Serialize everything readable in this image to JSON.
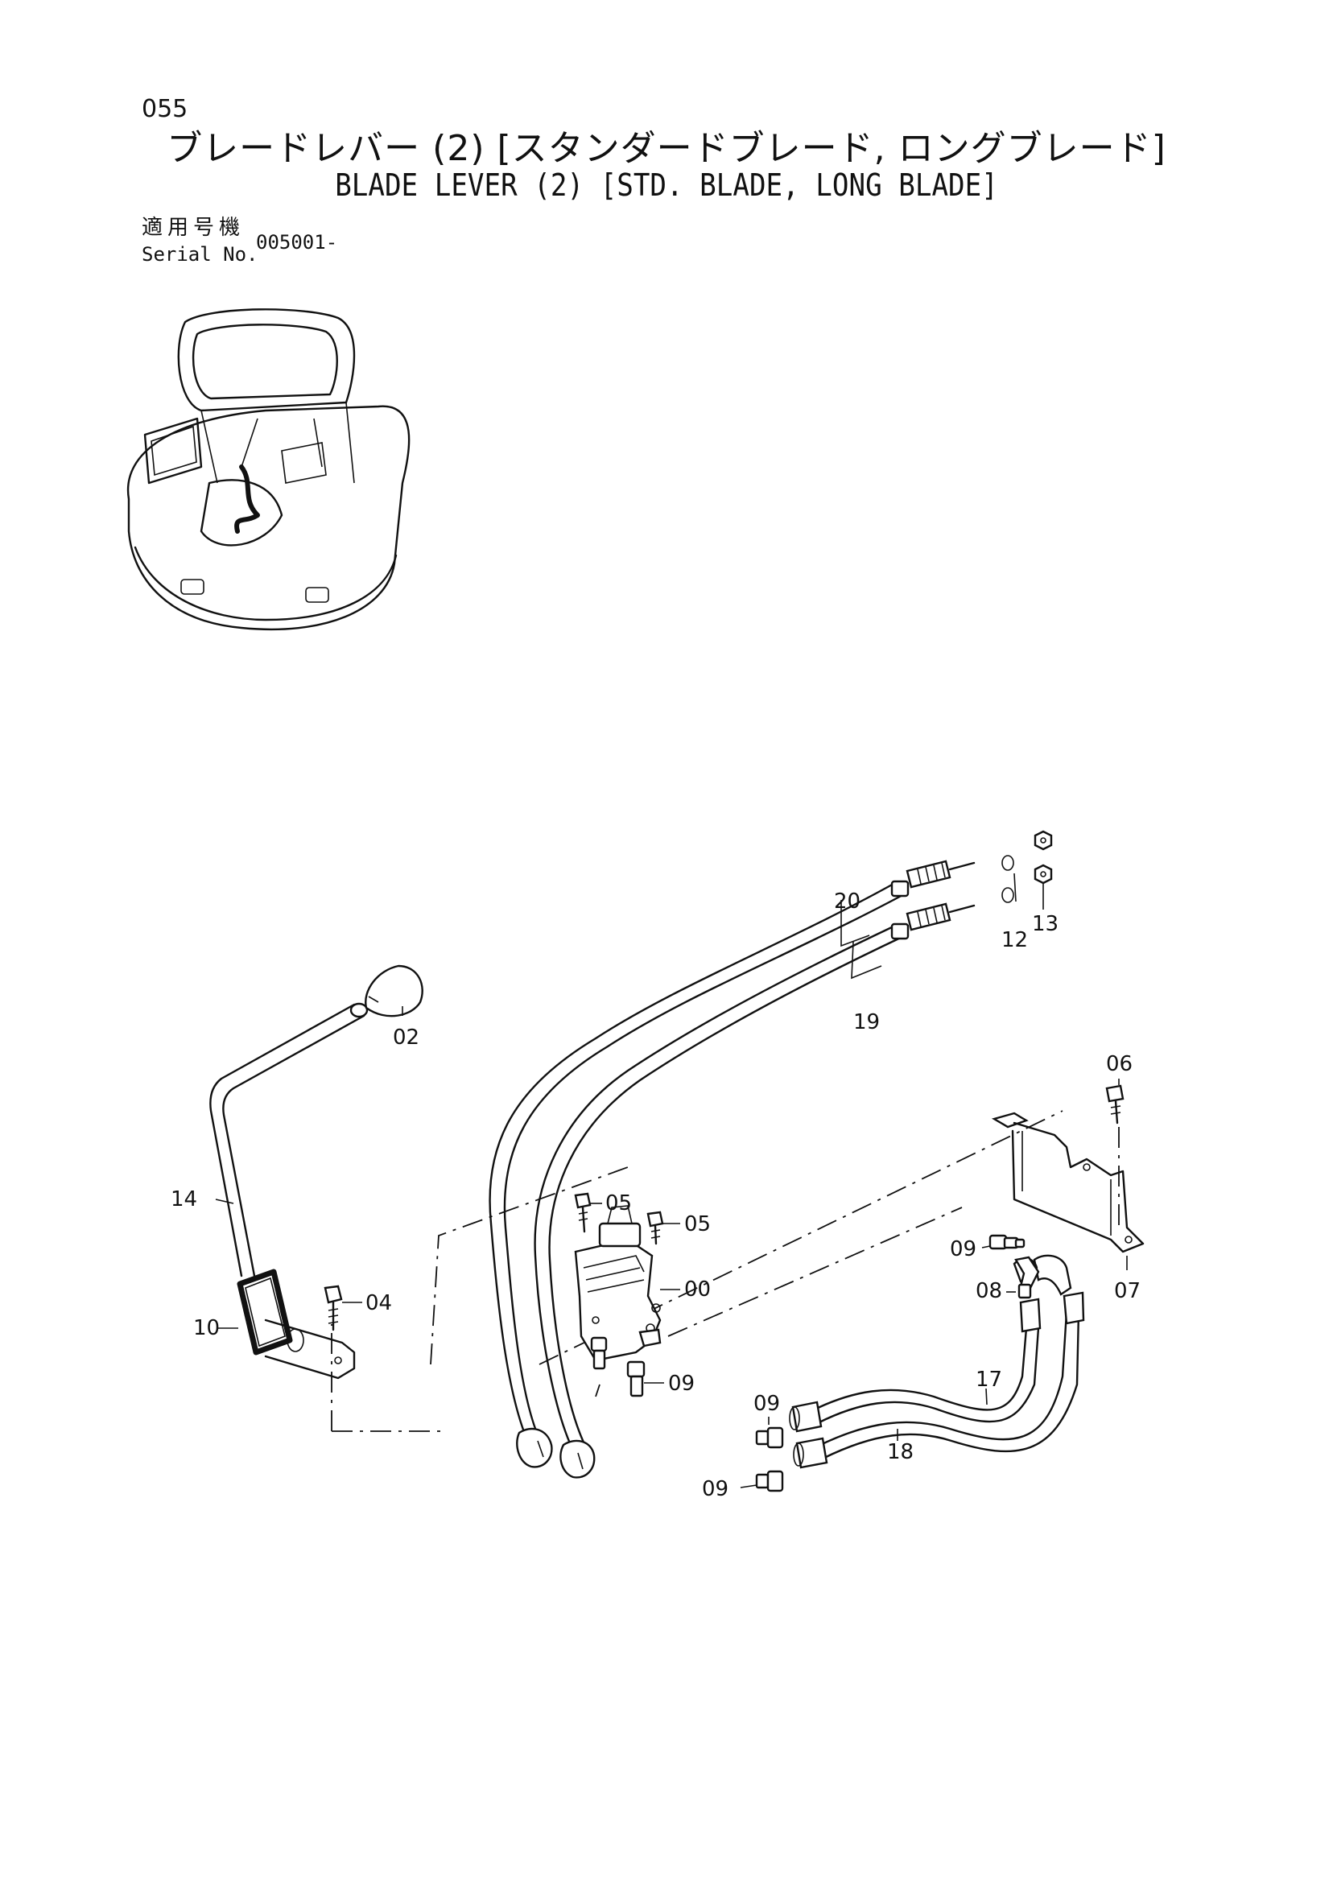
{
  "header": {
    "page_number": "055",
    "title_jp": "ブレードレバー (2) [スタンダードブレード, ロングブレード]",
    "title_en": "BLADE LEVER (2) [STD. BLADE, LONG BLADE]",
    "serial_label_jp": "適用号機",
    "serial_label_en": "Serial No.",
    "serial_value": "005001-"
  },
  "callouts": [
    {
      "id": "c00",
      "label": "00"
    },
    {
      "id": "c02",
      "label": "02"
    },
    {
      "id": "c04",
      "label": "04"
    },
    {
      "id": "c05a",
      "label": "05"
    },
    {
      "id": "c05b",
      "label": "05"
    },
    {
      "id": "c06",
      "label": "06"
    },
    {
      "id": "c07",
      "label": "07"
    },
    {
      "id": "c08",
      "label": "08"
    },
    {
      "id": "c09a",
      "label": "09"
    },
    {
      "id": "c09b",
      "label": "09"
    },
    {
      "id": "c09c",
      "label": "09"
    },
    {
      "id": "c09d",
      "label": "09"
    },
    {
      "id": "c10",
      "label": "10"
    },
    {
      "id": "c12",
      "label": "12"
    },
    {
      "id": "c13",
      "label": "13"
    },
    {
      "id": "c14",
      "label": "14"
    },
    {
      "id": "c17",
      "label": "17"
    },
    {
      "id": "c18",
      "label": "18"
    },
    {
      "id": "c19",
      "label": "19"
    },
    {
      "id": "c20",
      "label": "20"
    }
  ]
}
